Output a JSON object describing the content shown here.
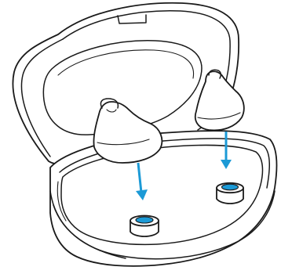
{
  "figure": {
    "subject": "earbuds-charging-case-insertion",
    "accent_color": "#1c9ad6",
    "outline_color": "#1a1a1a",
    "background_color": "#ffffff",
    "arrows": [
      {
        "name": "left-insert-arrow"
      },
      {
        "name": "right-insert-arrow"
      }
    ]
  }
}
